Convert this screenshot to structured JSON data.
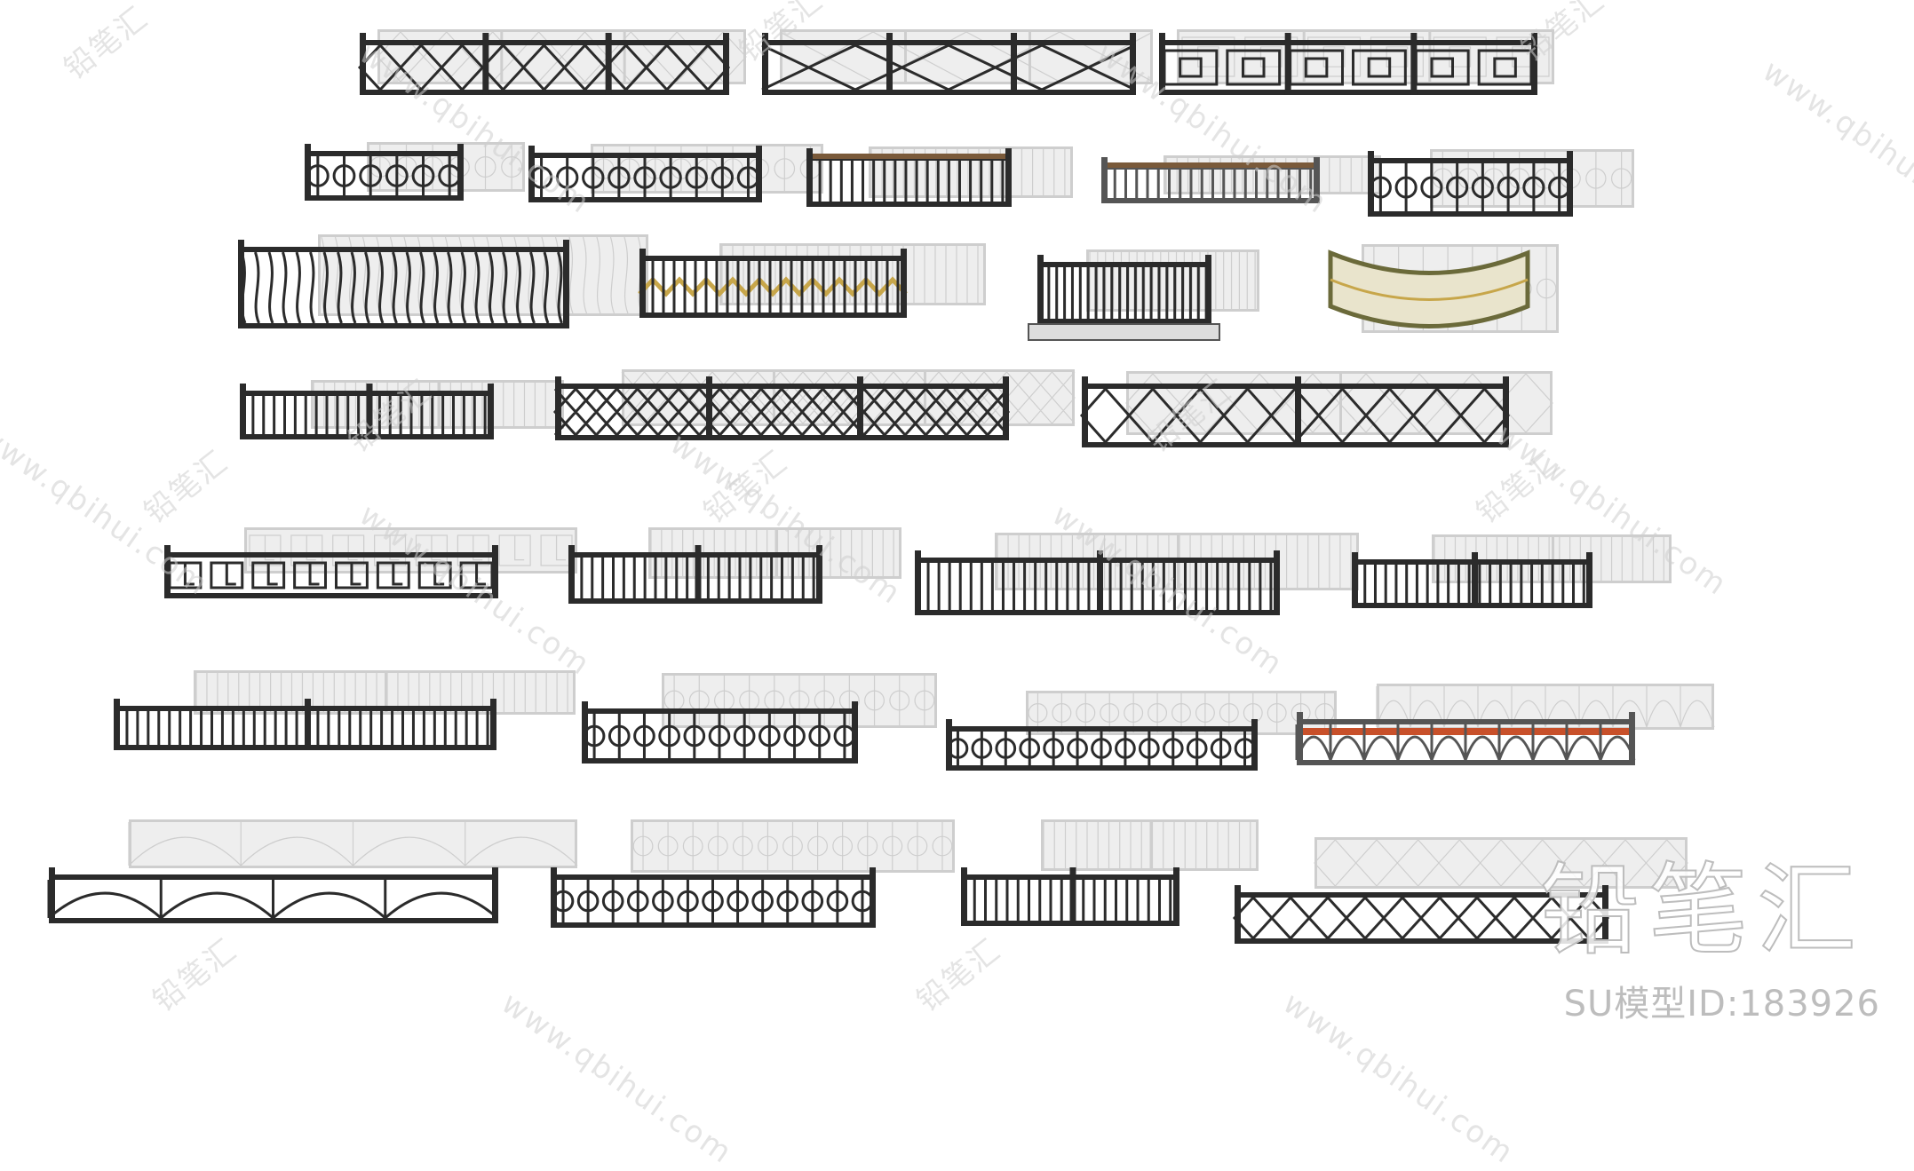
{
  "colors": {
    "background": "#ffffff",
    "railing_dark": "#2b2b2b",
    "railing_mid": "#555555",
    "shadow": "#c9c9c9",
    "wood": "#7a5a3a",
    "accent_red": "#c8502a",
    "gold": "#c7a64a",
    "bronze": "#6b6a3a",
    "watermark": "#d0d0d0"
  },
  "watermark": {
    "brand_cn": "铅笔汇",
    "site": "www.qbihui.com"
  },
  "logo": {
    "text": "铅笔汇",
    "model_id": "SU模型ID:183926"
  },
  "railings": [
    {
      "name": "railing-diamond-lattice",
      "style": "diamond"
    },
    {
      "name": "railing-cross-x",
      "style": "cross"
    },
    {
      "name": "railing-square-panel",
      "style": "square"
    },
    {
      "name": "railing-scroll-ornament",
      "style": "scroll"
    },
    {
      "name": "railing-scroll-arch",
      "style": "scroll"
    },
    {
      "name": "railing-wood-top-bars",
      "style": "wood"
    },
    {
      "name": "railing-thin-bars-wood",
      "style": "wood"
    },
    {
      "name": "railing-circle-scroll",
      "style": "scroll"
    },
    {
      "name": "railing-curved-bars",
      "style": "curved"
    },
    {
      "name": "railing-gold-zigzag",
      "style": "zigzag"
    },
    {
      "name": "railing-balcony-box",
      "style": "balcony"
    },
    {
      "name": "railing-curved-bronze",
      "style": "curvedpanel"
    },
    {
      "name": "railing-bars-ornament",
      "style": "bars"
    },
    {
      "name": "railing-diagonal-weave",
      "style": "weave"
    },
    {
      "name": "railing-diamond-grid",
      "style": "grid"
    },
    {
      "name": "railing-greek-key",
      "style": "greek"
    },
    {
      "name": "railing-vertical-bars",
      "style": "bars"
    },
    {
      "name": "railing-center-ornament",
      "style": "bars"
    },
    {
      "name": "railing-dense-bars",
      "style": "bars"
    },
    {
      "name": "railing-post-panel",
      "style": "bars"
    },
    {
      "name": "railing-scroll-band",
      "style": "scroll"
    },
    {
      "name": "railing-wood-scroll",
      "style": "scroll"
    },
    {
      "name": "railing-red-top-arch",
      "style": "arch"
    },
    {
      "name": "railing-arc-panel",
      "style": "arc"
    },
    {
      "name": "railing-star-pattern",
      "style": "star"
    },
    {
      "name": "railing-spear-top",
      "style": "bars"
    },
    {
      "name": "railing-oval-diamond",
      "style": "oval"
    }
  ]
}
